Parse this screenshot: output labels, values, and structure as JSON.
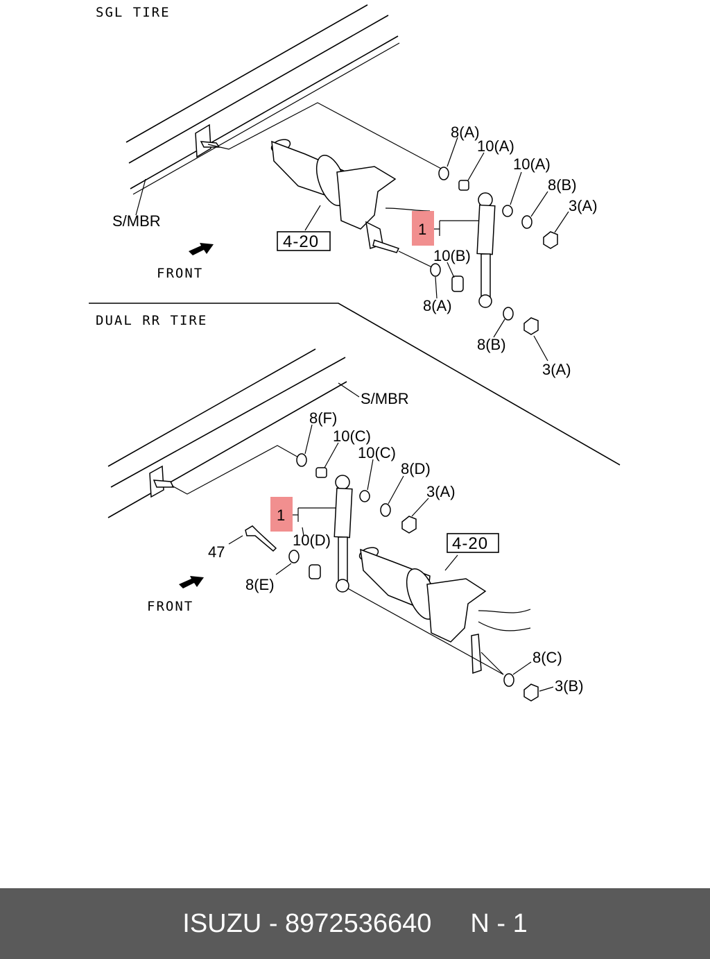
{
  "diagram": {
    "sections": [
      {
        "title": "SGL TIRE"
      },
      {
        "title": "DUAL RR TIRE"
      }
    ],
    "sgl": {
      "smbr": "S/MBR",
      "front": "FRONT",
      "ref_box": "4-20",
      "callouts": [
        "8(A)",
        "10(A)",
        "10(A)",
        "8(B)",
        "3(A)",
        "10(B)",
        "8(A)",
        "8(B)",
        "3(A)"
      ],
      "highlight": "1"
    },
    "dual": {
      "smbr": "S/MBR",
      "front": "FRONT",
      "ref_box": "4-20",
      "callouts": [
        "8(F)",
        "10(C)",
        "10(C)",
        "8(D)",
        "3(A)",
        "10(D)",
        "47",
        "8(E)",
        "8(C)",
        "3(B)"
      ],
      "highlight": "1"
    }
  },
  "footer": {
    "brand_part": "ISUZU - 8972536640",
    "position": "N - 1"
  },
  "colors": {
    "highlight": "#f18f8f",
    "footer_bg": "#5a5a5a",
    "footer_text": "#ffffff"
  }
}
